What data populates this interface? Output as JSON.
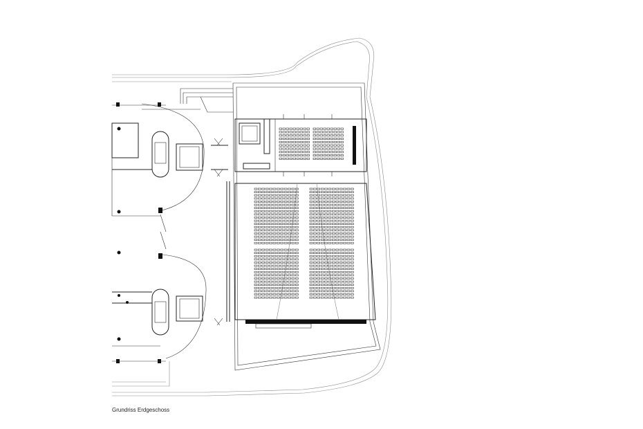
{
  "caption": "Grundriss Erdgeschoss",
  "colors": {
    "line": "#222222",
    "light_line": "#8a8a8a",
    "background": "#ffffff"
  },
  "seating": {
    "main_hall_blocks": 2,
    "upper_hall_blocks": 2
  }
}
